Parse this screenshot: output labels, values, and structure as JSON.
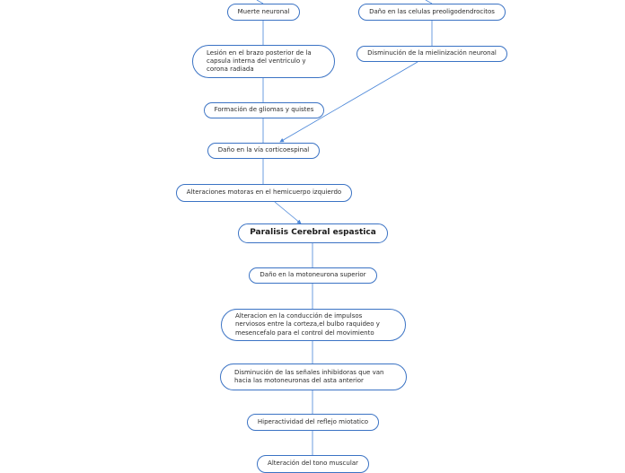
{
  "nodes": {
    "muerte": "Muerte neuronal",
    "celulas": "Daño en las celulas preoligodendrocitos",
    "lesion": "Lesión en el brazo posterior de la capsula interna del ventriculo y corona radiada",
    "mielinizacion": "Disminución de la mielinización neuronal",
    "gliomas": "Formación de gliomas y quistes",
    "via": "Daño en la vía corticoespinal",
    "alteraciones": "Alteraciones motoras en el hemicuerpo izquierdo",
    "root": "Paralisis Cerebral espastica",
    "motoneurona": "Daño en la motoneurona superior",
    "conduccion": "Alteracion en la conducción de impulsos nerviosos entre la corteza,el bulbo raquideo y mesencefalo para el control del movimiento",
    "senales": "Disminución de las señales inhibidoras que van hacia las motoneuronas del asta anterior",
    "hiperactividad": "Hiperactividad del reflejo miotatico",
    "tono": "Alteración del tono muscular"
  },
  "colors": {
    "border": "#3b73c4",
    "line": "#4a86d8"
  }
}
